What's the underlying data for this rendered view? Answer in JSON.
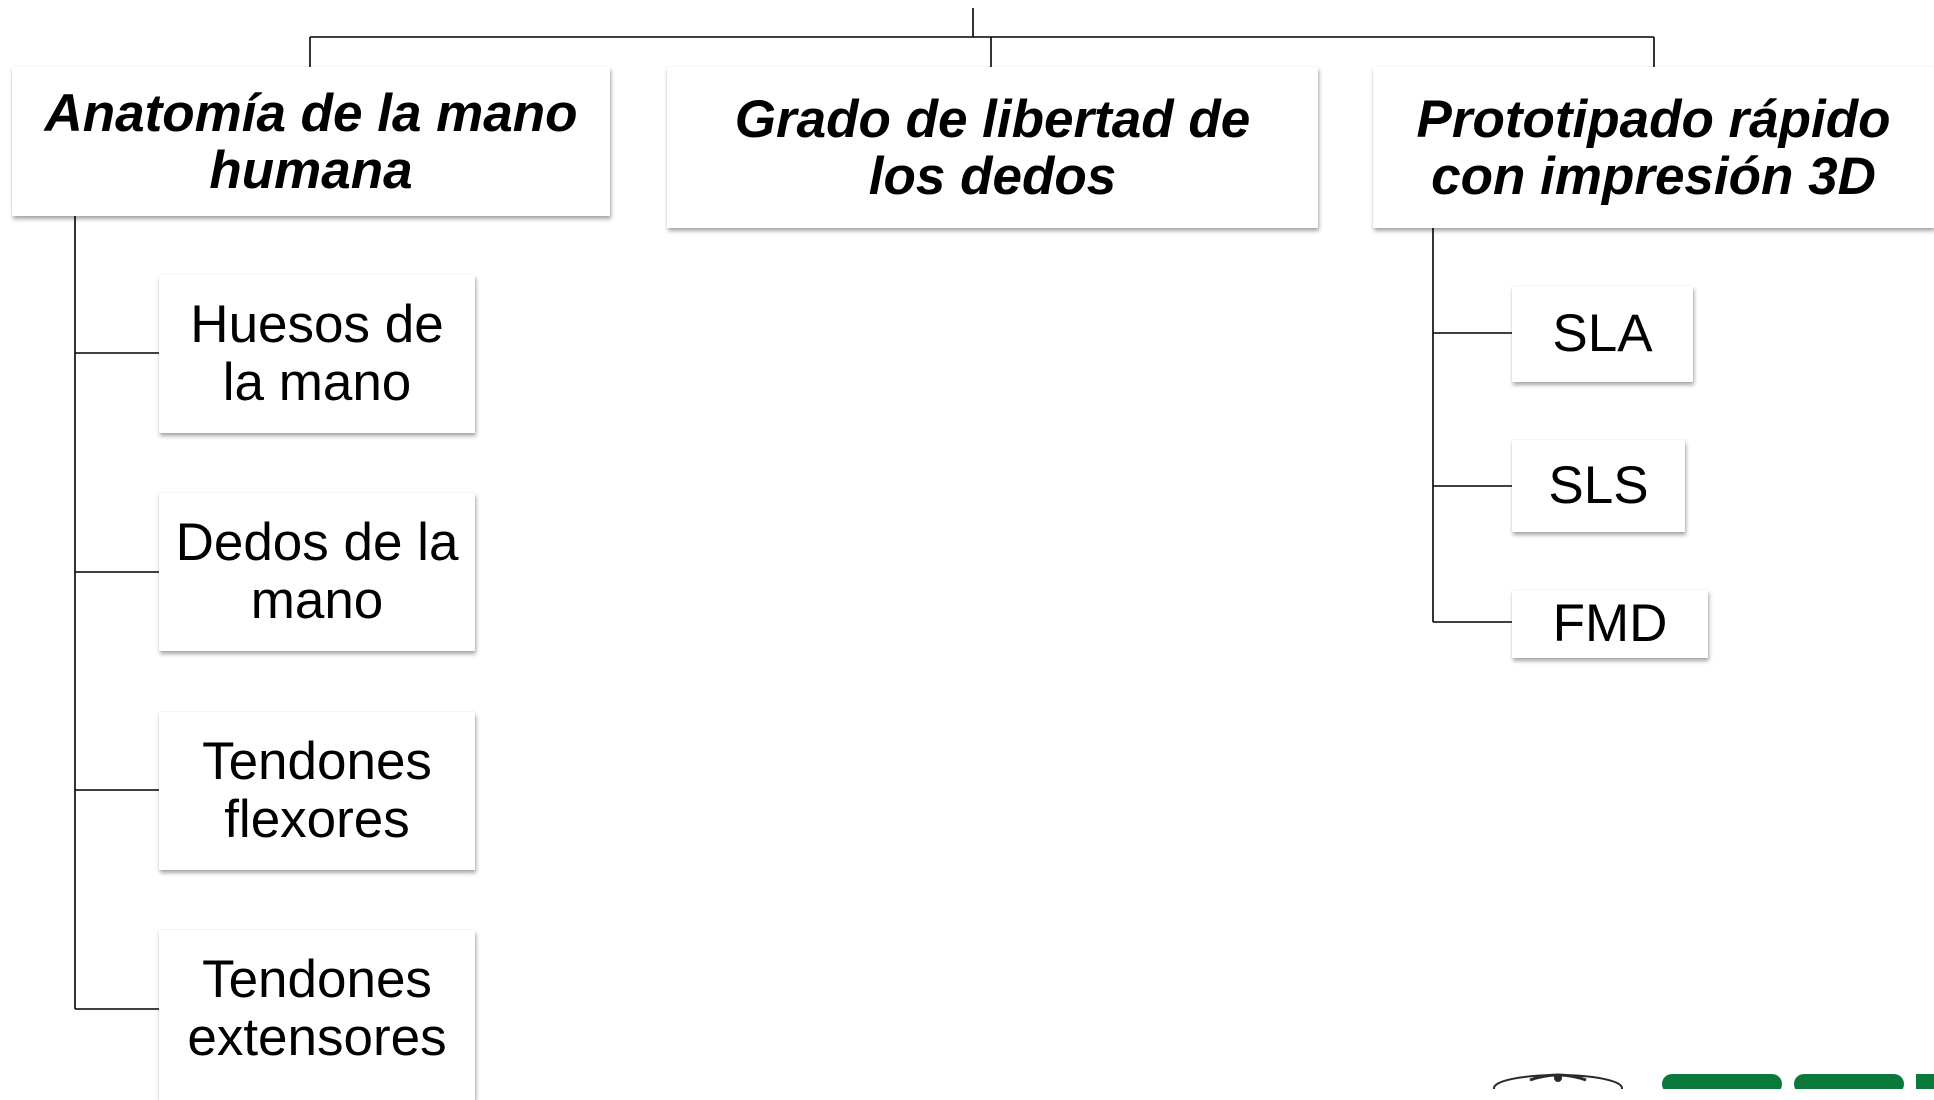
{
  "colors": {
    "background": "#ffffff",
    "connector": "#000000",
    "text": "#000000",
    "logo_green": "#0a7a3c"
  },
  "diagram": {
    "branches": [
      {
        "label": "Anatomía de la mano humana",
        "children": [
          "Huesos de la mano",
          "Dedos de la mano",
          "Tendones flexores",
          "Tendones extensores"
        ]
      },
      {
        "label": "Grado de libertad de los dedos",
        "children": []
      },
      {
        "label": "Prototipado rápido con impresión 3D",
        "children": [
          "SLA",
          "SLS",
          "FMD"
        ]
      }
    ]
  }
}
